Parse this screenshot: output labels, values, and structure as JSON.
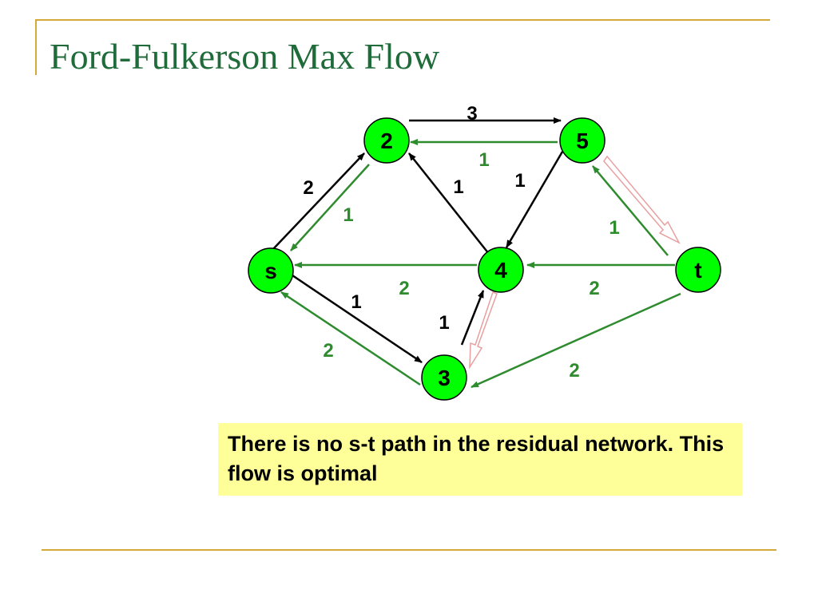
{
  "slide": {
    "title": "Ford-Fulkerson Max Flow",
    "note": "There is no s-t path in the residual network.  This flow is optimal"
  },
  "graph": {
    "nodes": {
      "s": "s",
      "n2": "2",
      "n3": "3",
      "n4": "4",
      "n5": "5",
      "t": "t"
    },
    "labels": {
      "cap_2_5": "3",
      "flow_5_2": "1",
      "cap_s_2": "2",
      "flow_2_s": "1",
      "cap_4_2": "1",
      "cap_5_4": "1",
      "flow_t_5": "1",
      "flow_4_s": "2",
      "flow_t_4": "2",
      "cap_s_3": "1",
      "flow_3_s": "2",
      "cap_3_4": "1",
      "flow_t_3": "2"
    },
    "colors": {
      "node_fill": "#00ff00",
      "flow_edge": "#2e8b2e",
      "capacity_edge": "#000000",
      "flow_label": "#2e8b2e",
      "path_arrow": "#e8a0a0",
      "title": "#1f6b3a",
      "note_bg": "#ffff99",
      "frame": "#d4a93a"
    }
  }
}
